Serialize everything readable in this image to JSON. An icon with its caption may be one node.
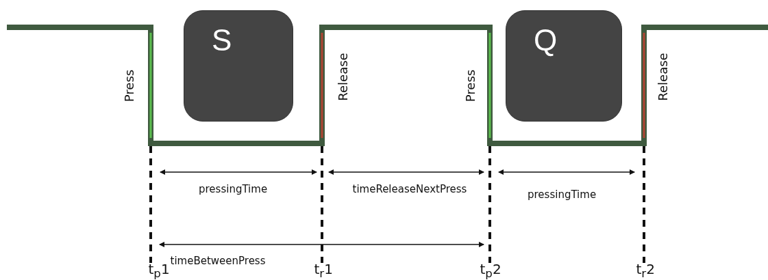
{
  "diagram": {
    "nodes": [
      {
        "text": [
          "S"
        ]
      },
      {
        "text": [
          "Q"
        ]
      }
    ],
    "labels": [
      "Press",
      "Release",
      "Press",
      "Release",
      "pressingTime",
      "timeReleaseNextPress",
      "pressingTime",
      "timeBetweenPress",
      "t$_{p}$1",
      "t$_{r}$1",
      "t$_{p}$2",
      "t$_{r}$2"
    ]
  }
}
